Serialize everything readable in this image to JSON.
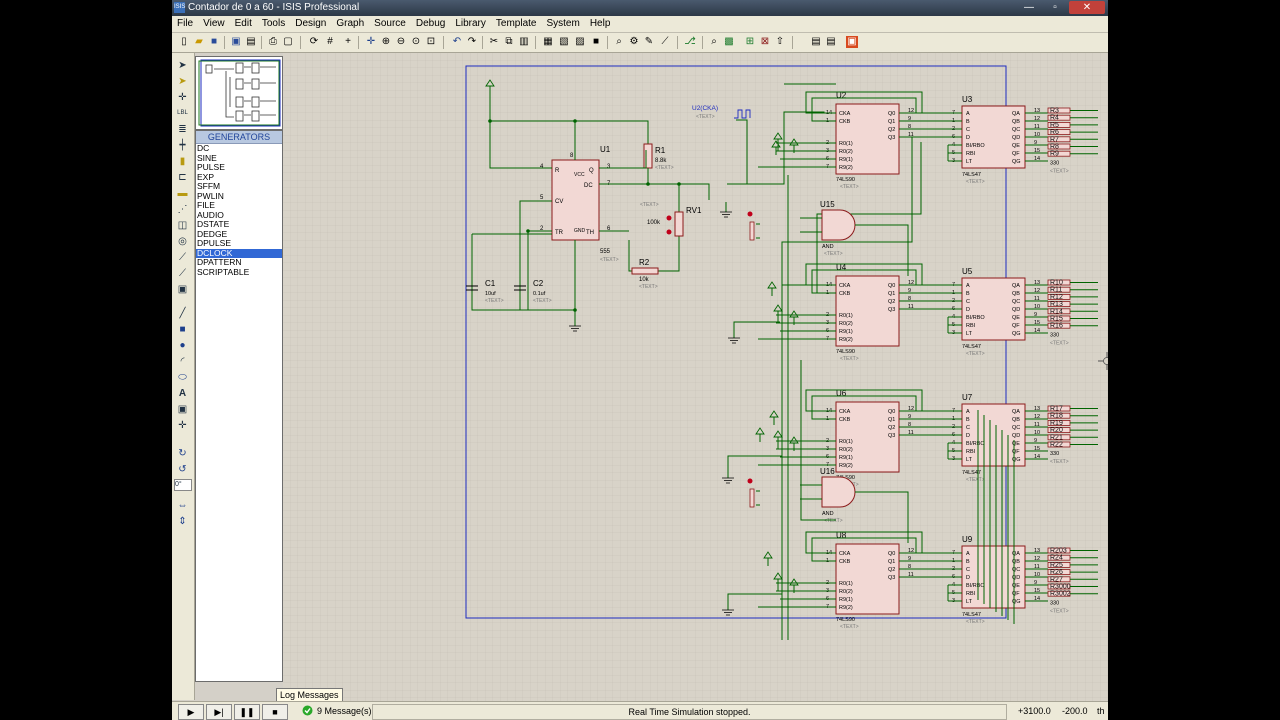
{
  "window": {
    "title": "Contador de 0 a 60 - ISIS Professional",
    "icon": "isis-app-icon"
  },
  "menu": [
    "File",
    "View",
    "Edit",
    "Tools",
    "Design",
    "Graph",
    "Source",
    "Debug",
    "Library",
    "Template",
    "System",
    "Help"
  ],
  "generators": {
    "title": "GENERATORS",
    "items": [
      "DC",
      "SINE",
      "PULSE",
      "EXP",
      "SFFM",
      "PWLIN",
      "FILE",
      "AUDIO",
      "DSTATE",
      "DEDGE",
      "DPULSE",
      "DCLOCK",
      "DPATTERN",
      "SCRIPTABLE"
    ],
    "selected": "DCLOCK"
  },
  "left_tools": {
    "rotation_value": "0°"
  },
  "schematic": {
    "generator_label": "U2(CKA)",
    "text_placeholder": "<TEXT>",
    "u1": {
      "ref": "U1",
      "part": "555",
      "pins": [
        "R",
        "VCC",
        "DC",
        "CV",
        "GND",
        "TR",
        "TH",
        "Q"
      ],
      "pin_numbers": [
        "4",
        "8",
        "7",
        "5",
        "1",
        "2",
        "6",
        "3"
      ]
    },
    "r1": {
      "ref": "R1",
      "value": "8.8k"
    },
    "r2": {
      "ref": "R2",
      "value": "10k"
    },
    "rv1": {
      "ref": "RV1",
      "value": "100k"
    },
    "c1": {
      "ref": "C1",
      "value": "10uf"
    },
    "c2": {
      "ref": "C2",
      "value": "0.1uf"
    },
    "counters": [
      {
        "ref": "U2",
        "part": "74LS90"
      },
      {
        "ref": "U4",
        "part": "74LS90"
      },
      {
        "ref": "U6",
        "part": "74LS90"
      },
      {
        "ref": "U8",
        "part": "74LS90"
      }
    ],
    "counter_pins_left": [
      "CKA",
      "CKB",
      "R0(1)",
      "R0(2)",
      "R9(1)",
      "R9(2)"
    ],
    "counter_pins_left_nums": [
      "14",
      "1",
      "2",
      "3",
      "6",
      "7"
    ],
    "counter_pins_right": [
      "Q0",
      "Q1",
      "Q2",
      "Q3"
    ],
    "counter_pins_right_nums": [
      "12",
      "9",
      "8",
      "11"
    ],
    "decoders": [
      {
        "ref": "U3",
        "part": "74LS47"
      },
      {
        "ref": "U5",
        "part": "74LS47"
      },
      {
        "ref": "U7",
        "part": "74LS47"
      },
      {
        "ref": "U9",
        "part": "74LS47"
      }
    ],
    "decoder_pins_left": [
      "A",
      "B",
      "C",
      "D",
      "BI/RBO",
      "RBI",
      "LT"
    ],
    "decoder_pins_left_nums": [
      "7",
      "1",
      "2",
      "6",
      "4",
      "5",
      "3"
    ],
    "decoder_pins_right": [
      "QA",
      "QB",
      "QC",
      "QD",
      "QE",
      "QF",
      "QG"
    ],
    "decoder_pins_right_nums": [
      "13",
      "12",
      "11",
      "10",
      "9",
      "15",
      "14"
    ],
    "gates": [
      {
        "ref": "U15",
        "part": "AND"
      },
      {
        "ref": "U16",
        "part": "AND"
      }
    ],
    "resistor_groups": [
      {
        "labels": [
          "R3",
          "R4",
          "R5",
          "R6",
          "R7",
          "R8",
          "R9"
        ],
        "value": "330"
      },
      {
        "labels": [
          "R10",
          "R11",
          "R12",
          "R13",
          "R14",
          "R15",
          "R16"
        ],
        "value": "330"
      },
      {
        "labels": [
          "R17",
          "R18",
          "R19",
          "R20",
          "R21",
          "R22"
        ],
        "value": "330"
      },
      {
        "labels": [
          "R203",
          "R24",
          "R25",
          "R26",
          "R27",
          "R3000",
          "R3002"
        ],
        "value": "330"
      }
    ]
  },
  "status": {
    "log_tooltip": "Log Messages",
    "messages": "9 Message(s)",
    "sim_status": "Real Time Simulation stopped.",
    "coord_x": "+3100.0",
    "coord_y": "-200.0",
    "unit": "th"
  },
  "colors": {
    "grid_bg": "#d8d3c8",
    "wire": "#006400",
    "component_fill": "#f2d8d4",
    "component_outline": "#8b1a1a",
    "sheet_border": "#1c2bbf",
    "selection": "#3168d5"
  }
}
